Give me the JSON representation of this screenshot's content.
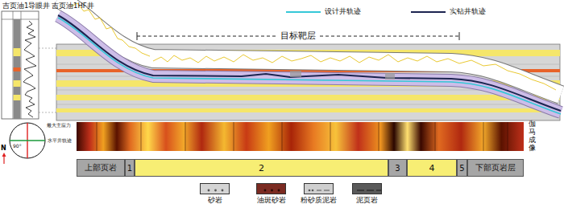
{
  "diagram": {
    "nodes": [
      {
        "text": [
          "上部页岩"
        ]
      },
      {
        "text": [
          "1"
        ]
      },
      {
        "text": [
          "2"
        ]
      },
      {
        "text": [
          "3"
        ]
      },
      {
        "text": [
          "4"
        ]
      },
      {
        "text": [
          "5"
        ]
      },
      {
        "text": [
          "下部页岩层"
        ]
      }
    ],
    "labels": [
      "吉页油1导眼井",
      "吉页油1HF井",
      "目标靶层",
      "伽马成像",
      "N",
      "90°",
      "最大主应力",
      "水平井轨迹"
    ],
    "legend": [
      {
        "text": "设计井轨迹"
      },
      {
        "text": "实钻井轨迹"
      },
      {
        "text": "砂岩",
        "color": "#d4d4d4"
      },
      {
        "text": "油斑砂岩",
        "color": "#7b2b22"
      },
      {
        "text": "粉砂质泥岩",
        "color": "#cfcfcf"
      },
      {
        "text": "泥页岩",
        "color": "#5a5a5a"
      }
    ]
  }
}
